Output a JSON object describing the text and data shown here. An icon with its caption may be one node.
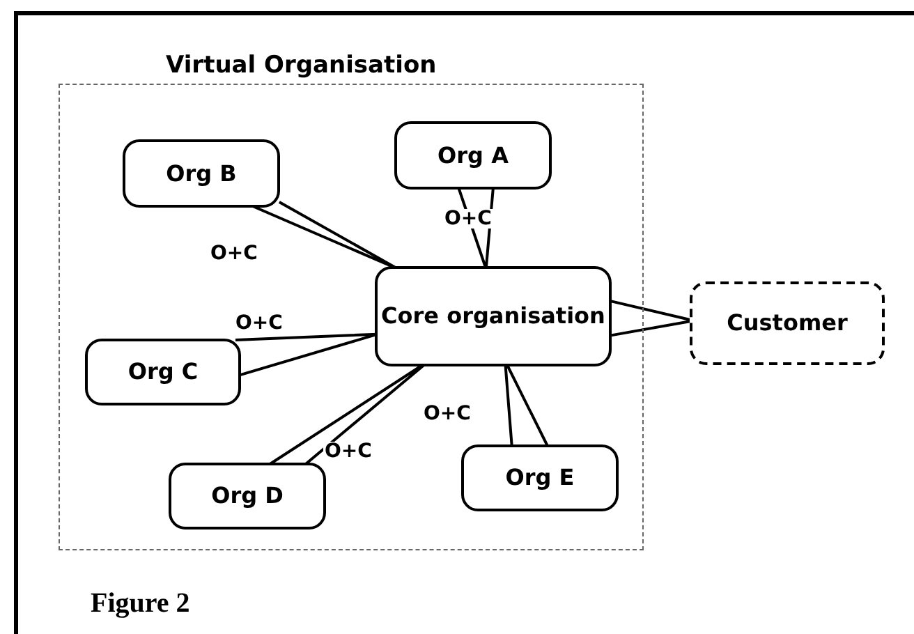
{
  "diagram": {
    "caption": "Figure 2",
    "nodes": [
      {
        "text": [
          "Virtual Organisation"
        ]
      },
      {
        "text": [
          "Org B"
        ],
        "in": 0
      },
      {
        "text": [
          "Org A"
        ],
        "in": 0
      },
      {
        "text": [
          "Core organisation"
        ],
        "in": 0
      },
      {
        "text": [
          "Org C"
        ],
        "in": 0
      },
      {
        "text": [
          "Org D"
        ],
        "in": 0
      },
      {
        "text": [
          "Org E"
        ],
        "in": 0
      },
      {
        "text": [
          "Customer"
        ]
      }
    ],
    "edges": [
      {
        "from": 1,
        "to": 3,
        "arrow": "none",
        "label": "O+C"
      },
      {
        "from": 2,
        "to": 3,
        "arrow": "none",
        "label": "O+C"
      },
      {
        "from": 4,
        "to": 3,
        "arrow": "none",
        "label": "O+C"
      },
      {
        "from": 5,
        "to": 3,
        "arrow": "none",
        "label": "O+C"
      },
      {
        "from": 6,
        "to": 3,
        "arrow": "none",
        "label": "O+C"
      },
      {
        "from": 3,
        "to": 7,
        "arrow": "none"
      }
    ]
  }
}
